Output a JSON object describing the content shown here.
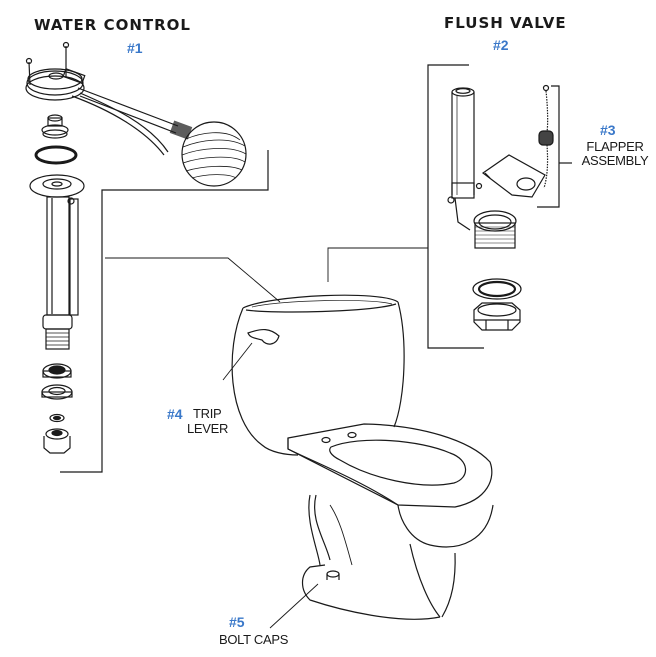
{
  "diagram": {
    "type": "exploded-parts-diagram",
    "subject": "toilet",
    "colors": {
      "line": "#1a1a1a",
      "callout_number": "#3a78c9",
      "background": "#ffffff"
    }
  },
  "groups": [
    {
      "id": "water-control",
      "title": "WATER CONTROL",
      "number": "#1"
    },
    {
      "id": "flush-valve",
      "title": "FLUSH VALVE",
      "number": "#2"
    }
  ],
  "callouts": [
    {
      "id": "flapper-assembly",
      "number": "#3",
      "label_lines": [
        "FLAPPER",
        "ASSEMBLY"
      ]
    },
    {
      "id": "trip-lever",
      "number": "#4",
      "label_lines": [
        "TRIP",
        "LEVER"
      ]
    },
    {
      "id": "bolt-caps",
      "number": "#5",
      "label_lines": [
        "BOLT CAPS"
      ]
    }
  ]
}
